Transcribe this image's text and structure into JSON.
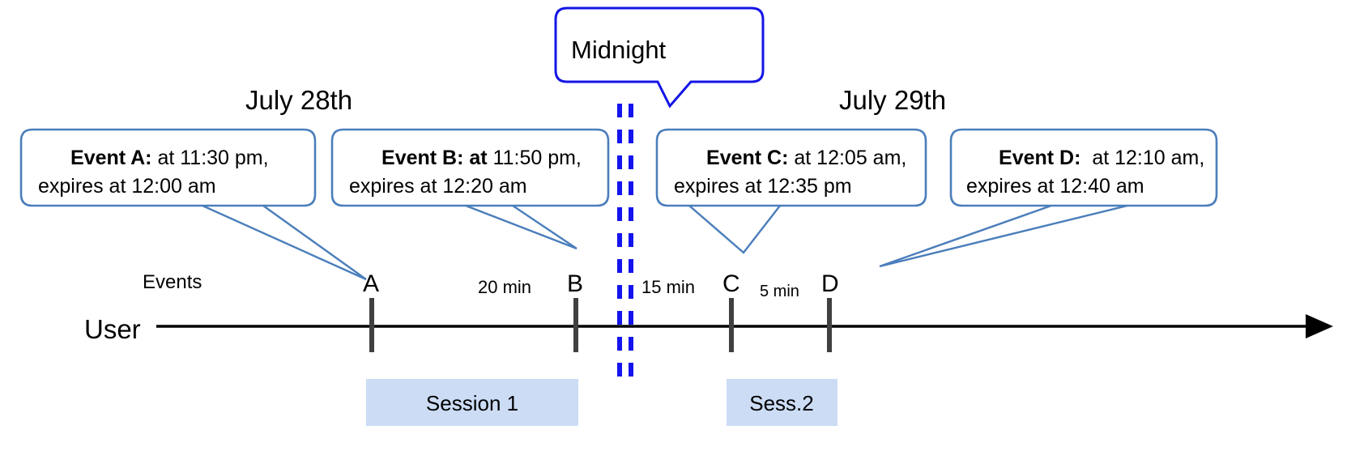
{
  "diagram": {
    "title_note": "Event expiry across midnight timeline",
    "midnight": {
      "label": "Midnight"
    },
    "dates": [
      {
        "label": "July 28th"
      },
      {
        "label": "July 29th"
      }
    ],
    "row_labels": {
      "events": "Events",
      "user": "User"
    },
    "callouts": [
      {
        "id": "event-a",
        "bold": "Event A:",
        "line1_rest": " at 11:30 pm,",
        "line2": "expires at 12:00 am"
      },
      {
        "id": "event-b",
        "bold": "Event B: at",
        "line1_rest": " 11:50 pm,",
        "line2": "expires at 12:20 am"
      },
      {
        "id": "event-c",
        "bold": "Event C:",
        "line1_rest": " at 12:05 am,",
        "line2": "expires at 12:35 pm"
      },
      {
        "id": "event-d",
        "bold": "Event D:",
        "line1_rest": "  at 12:10 am,",
        "line2": "expires at 12:40 am"
      }
    ],
    "markers": [
      {
        "label": "A"
      },
      {
        "label": "B"
      },
      {
        "label": "C"
      },
      {
        "label": "D"
      }
    ],
    "gaps": [
      {
        "label": "20 min"
      },
      {
        "label": "15 min"
      },
      {
        "label": "5 min"
      }
    ],
    "sessions": [
      {
        "label": "Session 1"
      },
      {
        "label": "Sess.2"
      }
    ],
    "colors": {
      "callout_border": "#4a7ebb",
      "midnight_border": "#1414e6",
      "midnight_dash": "#1414ee",
      "session_fill": "#ccdcf5",
      "tick": "#404040",
      "axis": "#000000"
    }
  }
}
